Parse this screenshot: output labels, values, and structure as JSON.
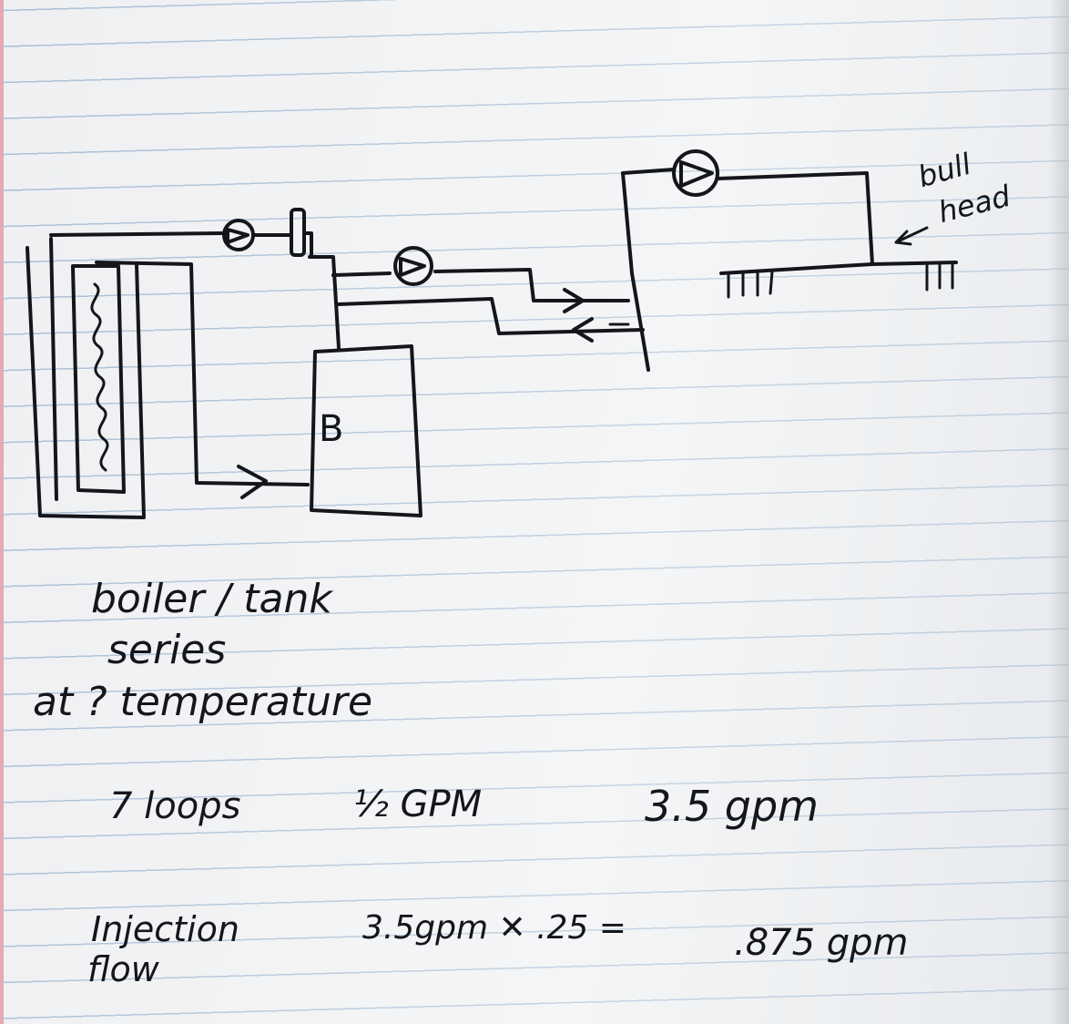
{
  "diagram": {
    "boiler_label": "B",
    "bull_head_label_line1": "bull",
    "bull_head_label_line2": "head"
  },
  "notes": {
    "line1": "boiler / tank",
    "line2": "series",
    "line3": "at ? temperature",
    "loops": "7 loops",
    "gpm_each": "½ GPM",
    "total_gpm": "3.5 gpm",
    "injection_line1": "Injection",
    "injection_line2": "flow",
    "equation": "3.5gpm ✕ .25 =",
    "result": ".875 gpm"
  },
  "colors": {
    "ink": "#14161b",
    "paper": "#eef0f2",
    "rule": "#a9bfd6",
    "margin": "#e7a9b4"
  }
}
